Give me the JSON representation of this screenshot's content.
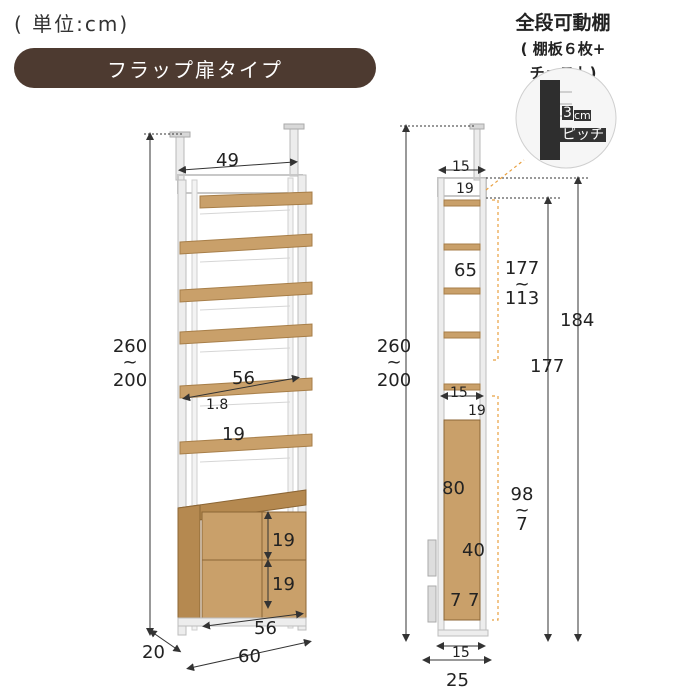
{
  "header": {
    "unit_label": "( 単位:cm)",
    "type_banner": "フラップ扉タイプ"
  },
  "callout": {
    "title": "全段可動棚",
    "subtitle_line1": "( 棚板６枚+",
    "subtitle_line2": "チェスト)",
    "pitch_value": "3",
    "pitch_unit": "cm",
    "pitch_label": "ピッチ"
  },
  "front_view": {
    "top_width": "49",
    "height_range_top": "260",
    "height_range_tilde": "~",
    "height_range_bottom": "200",
    "shelf_width": "56",
    "shelf_thickness": "1.8",
    "shelf_depth": "19",
    "drawer_upper": "19",
    "drawer_lower": "19",
    "base_inner_width": "56",
    "base_width": "60",
    "base_depth": "20"
  },
  "side_view": {
    "top_depth": "15",
    "top_gap": "19",
    "upper_gap": "65",
    "upper_range_top": "177",
    "upper_range_tilde": "~",
    "upper_range_bottom": "113",
    "total_range_top": "260",
    "total_range_tilde": "~",
    "total_range_bottom": "200",
    "height_177": "177",
    "height_184": "184",
    "mid_depth": "15",
    "mid_gap": "19",
    "chest_height": "80",
    "lower_range_top": "98",
    "lower_range_tilde": "~",
    "lower_range_bottom": "7",
    "chest_inner": "40",
    "leg_left": "7",
    "leg_right": "7",
    "base_depth": "15",
    "total_depth": "25"
  },
  "colors": {
    "banner": "#4d3a30",
    "frame": "#e8e8e8",
    "frame_stroke": "#b8b8b8",
    "wood": "#c9a06a",
    "wood_dark": "#b58950",
    "dim_line": "#333333",
    "callout_dash": "#e8a040"
  }
}
